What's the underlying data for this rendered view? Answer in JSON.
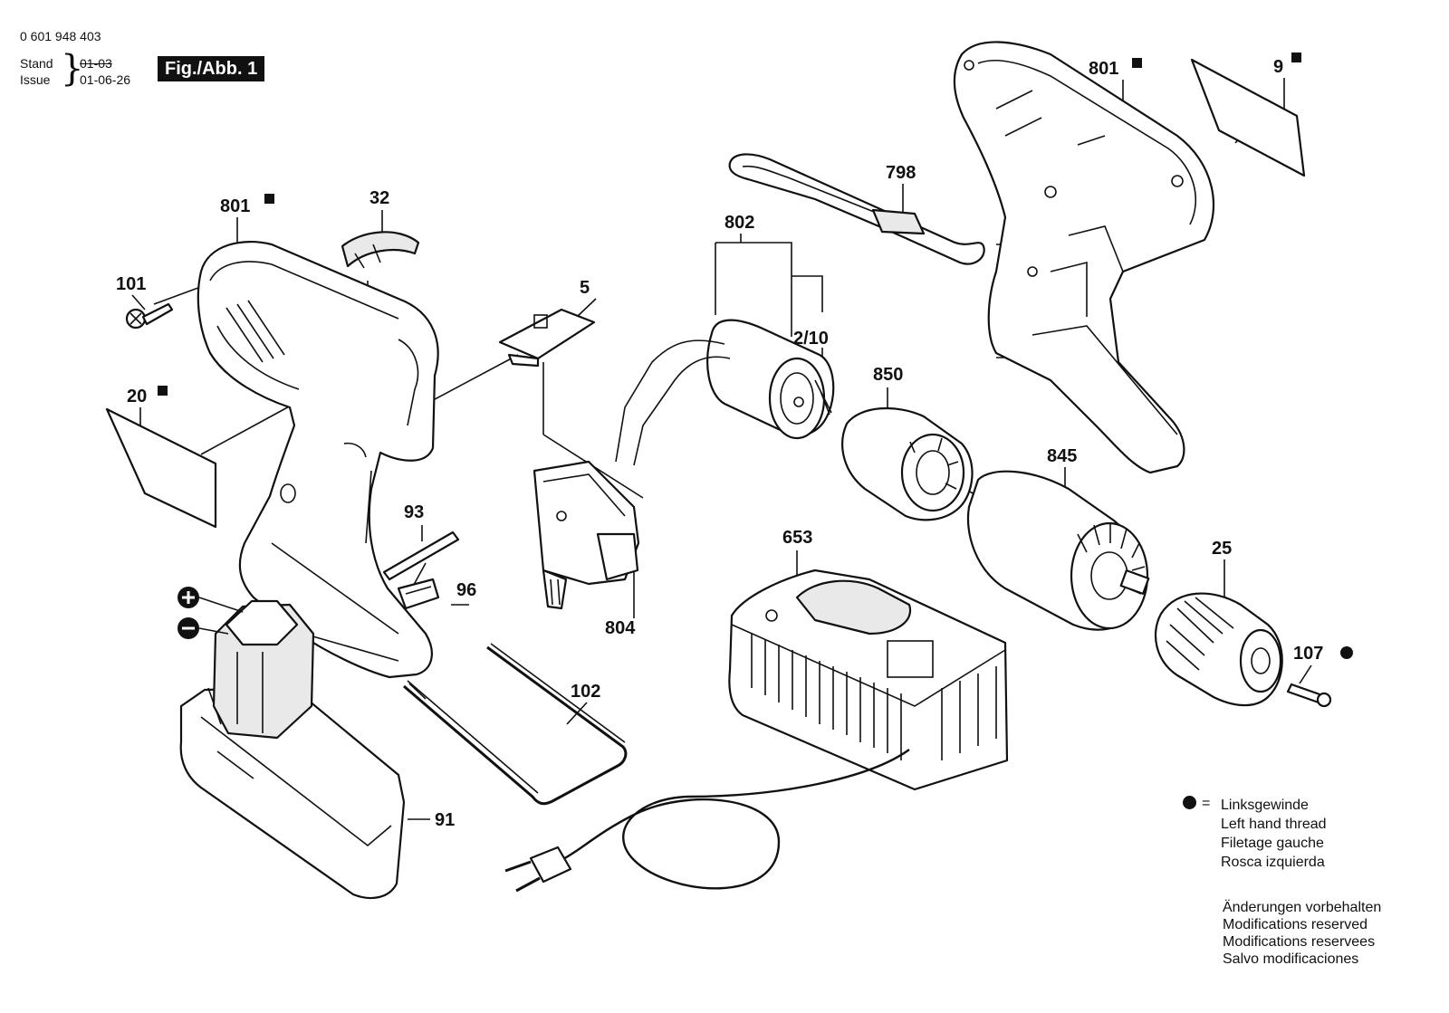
{
  "header": {
    "doc_number": "0 601 948 403",
    "stand_label": "Stand",
    "issue_label": "Issue",
    "stand_value": "01-03",
    "issue_value": "01-06-26",
    "figure_label": "Fig./Abb. 1"
  },
  "callouts": {
    "c801_left": "801",
    "c32": "32",
    "c101": "101",
    "c5": "5",
    "c20": "20",
    "c93": "93",
    "c96": "96",
    "c804": "804",
    "c802": "802",
    "c2_10": "2/10",
    "c798": "798",
    "c801_right": "801",
    "c9": "9",
    "c850": "850",
    "c845": "845",
    "c653": "653",
    "c25": "25",
    "c107": "107",
    "c102": "102",
    "c91": "91"
  },
  "legend": {
    "symbol_equals": "=",
    "lines": [
      "Linksgewinde",
      "Left hand thread",
      "Filetage gauche",
      "Rosca izquierda"
    ]
  },
  "notes": [
    "Änderungen vorbehalten",
    "Modifications reserved",
    "Modifications reservees",
    "Salvo modificaciones"
  ],
  "colors": {
    "ink": "#111111",
    "paper": "#ffffff"
  },
  "icons": {
    "square_marker": "black-square",
    "circle_marker": "black-circle",
    "plus": "plus-circle-icon",
    "minus": "minus-circle-icon"
  }
}
